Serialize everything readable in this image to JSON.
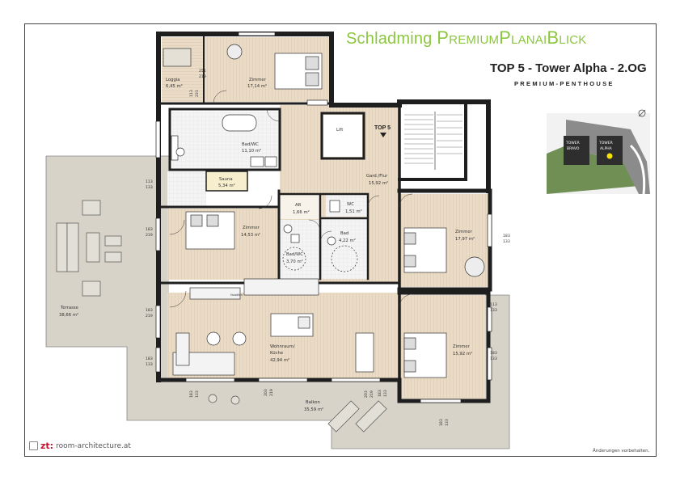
{
  "header": {
    "brand_first": "Schladming",
    "brand_rest": "PremiumPlanaiBlick",
    "unit_title": "TOP 5 - Tower Alpha - 2.OG",
    "unit_subtitle": "PREMIUM-PENTHOUSE"
  },
  "colors": {
    "brand_green": "#8cc63f",
    "terrace": "#d6d2c6",
    "floor": "#e8d9c4",
    "sauna": "#f7efcf",
    "wall": "#1e1e1e",
    "highlight": "#f5e400"
  },
  "plan": {
    "top_marker": "TOP 5",
    "rooms": {
      "loggia": {
        "name": "Loggia",
        "area": "6,45 m²"
      },
      "zimmer_top": {
        "name": "Zimmer",
        "area": "17,14 m²"
      },
      "bad_wc_top": {
        "name": "Bad/WC",
        "area": "11,10 m²"
      },
      "lift": {
        "name": "Lift"
      },
      "sauna": {
        "name": "Sauna",
        "area": "5,34 m²"
      },
      "gard_flur": {
        "name": "Gard./Flur",
        "area": "15,92 m²"
      },
      "ar": {
        "name": "AR",
        "area": "1,66 m²"
      },
      "wc": {
        "name": "WC",
        "area": "1,51 m²"
      },
      "zimmer_left": {
        "name": "Zimmer",
        "area": "14,53 m²"
      },
      "bad": {
        "name": "Bad",
        "area": "4,22 m²"
      },
      "bad_wc_mid": {
        "name": "Bad/WC",
        "area": "3,70 m²"
      },
      "zimmer_right_top": {
        "name": "Zimmer",
        "area": "17,97 m²"
      },
      "zimmer_right_bottom": {
        "name": "Zimmer",
        "area": "15,92 m²"
      },
      "terrasse": {
        "name": "Terrasse",
        "area": "38,66 m²"
      },
      "wohnraum": {
        "name": "Wohnraum/\nKüche",
        "area": "42,94 m²"
      },
      "balkon": {
        "name": "Balkon",
        "area": "35,59 m²"
      }
    },
    "fixture_labels": {
      "holzofen": "Holzöfen"
    },
    "dimensions": {
      "d_251_219": [
        "251",
        "219"
      ],
      "d_113_231": [
        "113",
        "231"
      ],
      "d_113_133_left": [
        "113",
        "133"
      ],
      "d_183_219_a": [
        "183",
        "219"
      ],
      "d_183_219_b": [
        "183",
        "219"
      ],
      "d_183_133_lower": [
        "183",
        "133"
      ],
      "d_183_133_right_a": [
        "183",
        "133"
      ],
      "d_113_133_right": [
        "113",
        "133"
      ],
      "d_183_133_right_b": [
        "183",
        "133"
      ],
      "d_183_133_bottom_a": [
        "183",
        "133"
      ],
      "d_203_219": [
        "203",
        "219"
      ],
      "d_203_219_b": [
        "203",
        "219"
      ],
      "d_183_133_bottom_b": [
        "183",
        "133"
      ],
      "d_183_133_bottom_c": [
        "183",
        "133"
      ]
    }
  },
  "site_map": {
    "tower_bravo": "TOWER\nBRAVO",
    "tower_alpha": "TOWER\nALPHA"
  },
  "footer": {
    "logo_mark": "zt:",
    "website": "room-architecture.at",
    "disclaimer": "Änderungen vorbehalten."
  }
}
